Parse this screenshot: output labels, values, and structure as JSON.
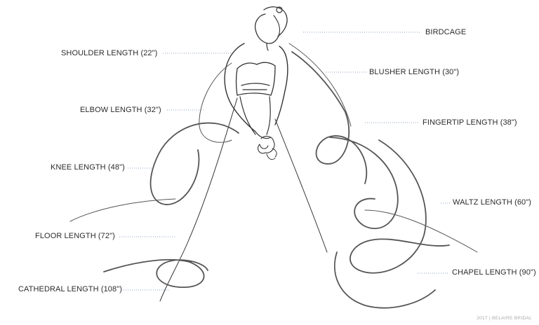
{
  "labels": {
    "birdcage": "BIRDCAGE",
    "shoulder": "SHOULDER LENGTH (22\")",
    "blusher": "BLUSHER LENGTH (30\")",
    "elbow": "ELBOW LENGTH (32\")",
    "fingertip": "FINGERTIP LENGTH (38\")",
    "knee": "KNEE LENGTH (48\")",
    "waltz": "WALTZ LENGTH (60\")",
    "floor": "FLOOR LENGTH (72\")",
    "chapel": "CHAPEL LENGTH (90\")",
    "cathedral": "CATHEDRAL LENGTH (108\")"
  },
  "credit": "2017 | BELAIRE BRIDAL",
  "colors": {
    "ink": "#333333",
    "leader": "#8ea2c0",
    "text": "#2b2b2b"
  }
}
